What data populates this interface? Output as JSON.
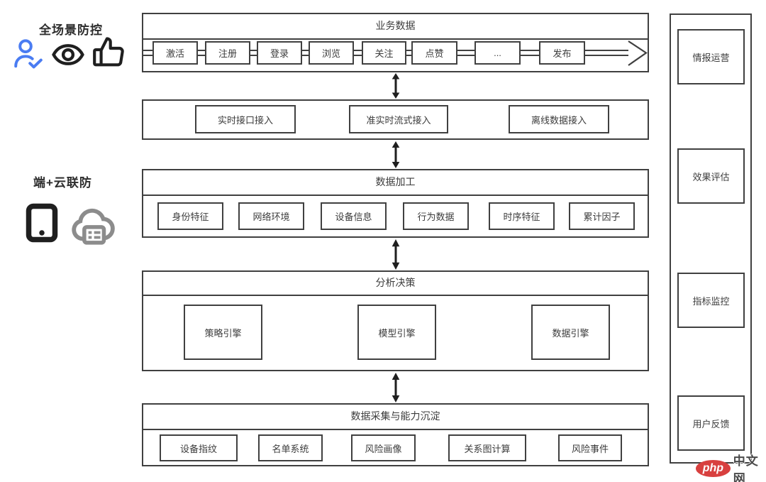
{
  "left_panel": {
    "top_label": "全场景防控",
    "bottom_label": "端+云联防",
    "top_icons": [
      "user-check-icon",
      "eye-icon",
      "thumbs-up-icon"
    ],
    "bottom_icons": [
      "tablet-icon",
      "cloud-server-icon"
    ]
  },
  "colors": {
    "line": "#404040",
    "user_check_blue": "#4a7cf2",
    "icon_dark": "#1f1f1f",
    "cloud_gray": "#8c8c8c",
    "watermark_red": "#d8403f"
  },
  "sections": {
    "business": {
      "title": "业务数据",
      "steps": [
        "激活",
        "注册",
        "登录",
        "浏览",
        "关注",
        "点赞",
        "...",
        "发布"
      ]
    },
    "access": {
      "items": [
        "实时接口接入",
        "准实时流式接入",
        "离线数据接入"
      ]
    },
    "processing": {
      "title": "数据加工",
      "items": [
        "身份特征",
        "网络环境",
        "设备信息",
        "行为数据",
        "时序特征",
        "累计因子"
      ]
    },
    "analysis": {
      "title": "分析决策",
      "items": [
        "策略引擎",
        "模型引擎",
        "数据引擎"
      ]
    },
    "collection": {
      "title": "数据采集与能力沉淀",
      "items": [
        "设备指纹",
        "名单系统",
        "风险画像",
        "关系图计算",
        "风险事件"
      ]
    }
  },
  "right_panel": {
    "items": [
      "情报运营",
      "效果评估",
      "指标监控",
      "用户反馈"
    ]
  },
  "watermark": {
    "logo_text": "php",
    "site_text": "中文网"
  }
}
